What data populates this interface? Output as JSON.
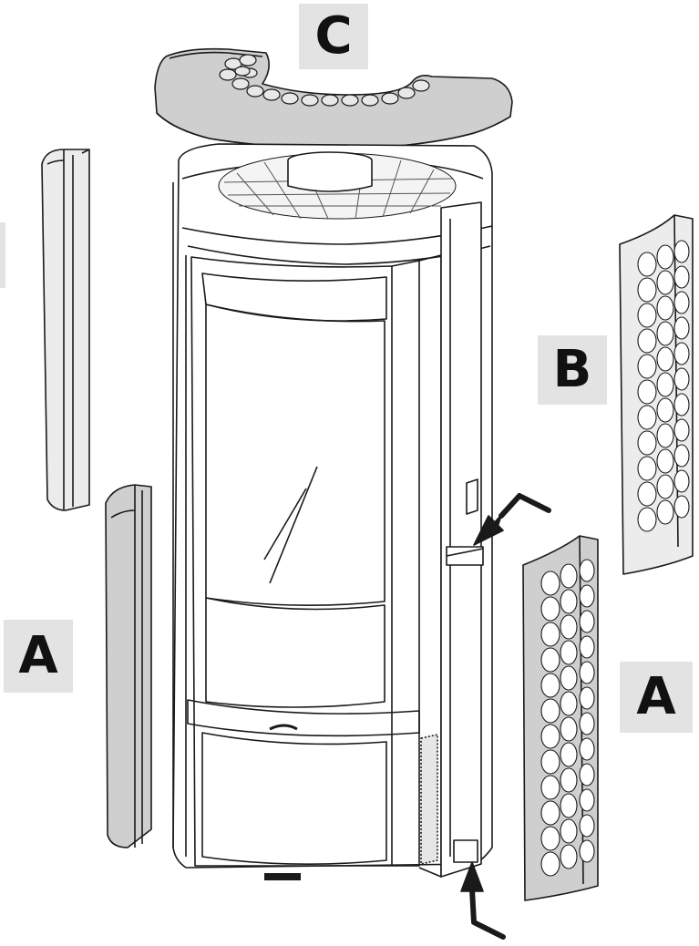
{
  "labels": {
    "top_cover": "C",
    "upper_side_panel": "B",
    "lower_left_panel": "A",
    "lower_right_panel": "A"
  },
  "colors": {
    "background": "#ffffff",
    "label_box": "#e3e3e3",
    "panel_dark": "#cfcfcf",
    "panel_light": "#ececec",
    "outline": "#1a1a1a"
  },
  "icons": [
    "arrow-icon",
    "arrow-icon"
  ]
}
